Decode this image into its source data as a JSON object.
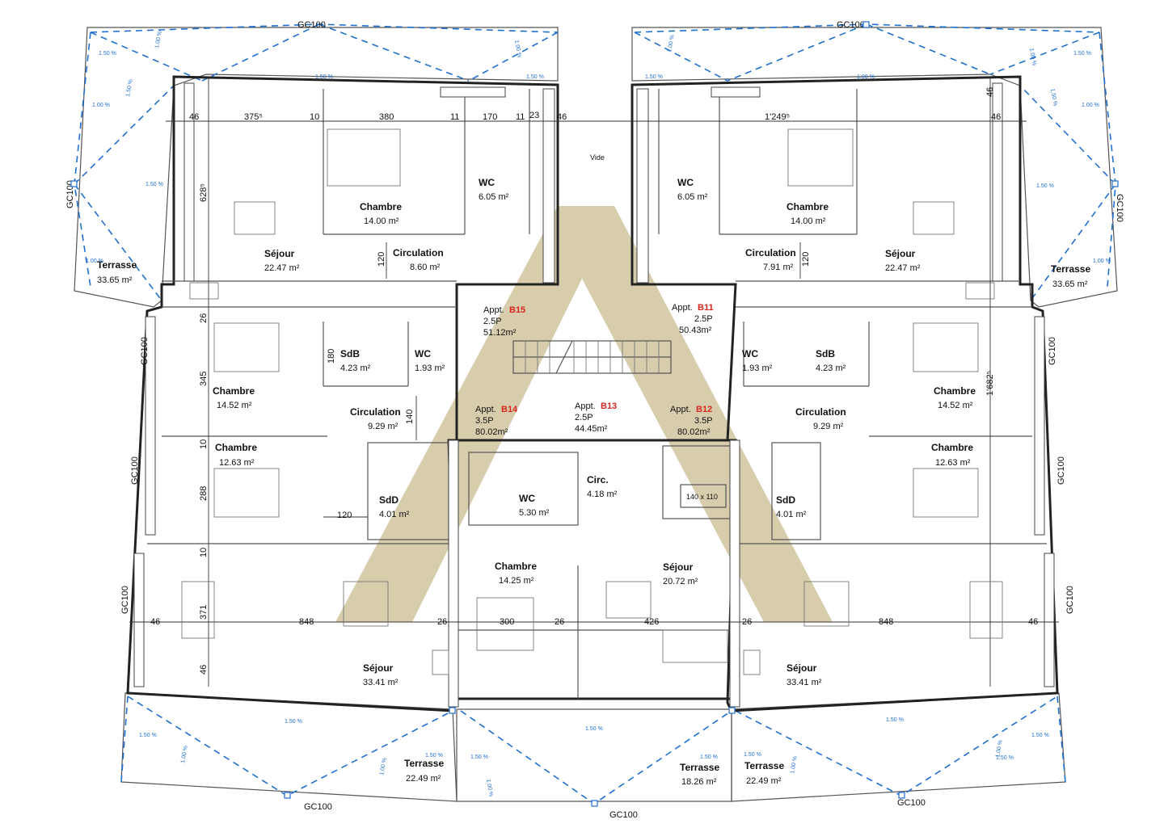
{
  "colors": {
    "wall": "#222222",
    "drain_lines": "#1f6fd1",
    "watermark": "#c9bb8f",
    "apartment_id": "#d7261e"
  },
  "rooms": [
    {
      "name": "Terrasse",
      "area": "33.65 m²"
    },
    {
      "name": "Terrasse",
      "area": "33.65 m²"
    },
    {
      "name": "Séjour",
      "area": "22.47 m²"
    },
    {
      "name": "Séjour",
      "area": "22.47 m²"
    },
    {
      "name": "Chambre",
      "area": "14.00 m²"
    },
    {
      "name": "Chambre",
      "area": "14.00 m²"
    },
    {
      "name": "WC",
      "area": "6.05 m²"
    },
    {
      "name": "WC",
      "area": "6.05 m²"
    },
    {
      "name": "Circulation",
      "area": "8.60 m²"
    },
    {
      "name": "Circulation",
      "area": "7.91 m²"
    },
    {
      "name": "Chambre",
      "area": "14.52 m²"
    },
    {
      "name": "Chambre",
      "area": "14.52 m²"
    },
    {
      "name": "SdB",
      "area": "4.23 m²"
    },
    {
      "name": "SdB",
      "area": "4.23 m²"
    },
    {
      "name": "WC",
      "area": "1.93 m²"
    },
    {
      "name": "WC",
      "area": "1.93 m²"
    },
    {
      "name": "Circulation",
      "area": "9.29 m²"
    },
    {
      "name": "Circulation",
      "area": "9.29 m²"
    },
    {
      "name": "Chambre",
      "area": "12.63 m²"
    },
    {
      "name": "Chambre",
      "area": "12.63 m²"
    },
    {
      "name": "SdD",
      "area": "4.01 m²"
    },
    {
      "name": "SdD",
      "area": "4.01 m²"
    },
    {
      "name": "WC",
      "area": "5.30 m²"
    },
    {
      "name": "Circ.",
      "area": "4.18 m²"
    },
    {
      "name": "Chambre",
      "area": "14.25 m²"
    },
    {
      "name": "Séjour",
      "area": "20.72 m²"
    },
    {
      "name": "Séjour",
      "area": "33.41 m²"
    },
    {
      "name": "Séjour",
      "area": "33.41 m²"
    },
    {
      "name": "Terrasse",
      "area": "22.49 m²"
    },
    {
      "name": "Terrasse",
      "area": "18.26 m²"
    },
    {
      "name": "Terrasse",
      "area": "22.49 m²"
    }
  ],
  "apartments": [
    {
      "prefix": "Appt.",
      "id": "B15",
      "type": "2.5P",
      "area": "51.12m²"
    },
    {
      "prefix": "Appt.",
      "id": "B11",
      "type": "2.5P",
      "area": "50.43m²"
    },
    {
      "prefix": "Appt.",
      "id": "B14",
      "type": "3.5P",
      "area": "80.02m²"
    },
    {
      "prefix": "Appt.",
      "id": "B13",
      "type": "2.5P",
      "area": "44.45m²"
    },
    {
      "prefix": "Appt.",
      "id": "B12",
      "type": "3.5P",
      "area": "80.02m²"
    }
  ],
  "labels": {
    "vide": "Vide",
    "elevator": "140 x 110"
  },
  "dimensions": [
    "46",
    "375⁵",
    "10",
    "380",
    "11",
    "170",
    "11",
    "23",
    "46",
    "1'249⁵",
    "46",
    "628⁵",
    "120",
    "120",
    "26",
    "180",
    "345",
    "140",
    "10",
    "288",
    "120",
    "10",
    "371",
    "46",
    "848",
    "26",
    "300",
    "26",
    "426",
    "26",
    "848",
    "46",
    "1'682⁵",
    "46",
    "46"
  ],
  "gutters": [
    "GC100",
    "GC100",
    "GC100",
    "GC100",
    "GC100",
    "GC100",
    "GC100",
    "GC100",
    "GC100",
    "GC100",
    "GC100",
    "GC100",
    "GC100"
  ],
  "slopes": [
    "1.50 %",
    "1.00 %",
    "1.00 %",
    "1.50 %",
    "1.00 %",
    "1.50 %",
    "1.50 %",
    "1.00 %",
    "1.50 %",
    "1.00 %",
    "1.00 %",
    "1.50 %",
    "1.00 %",
    "1.50 %",
    "1.00 %",
    "1.50 %",
    "1.50 %",
    "1.00 %",
    "1.50 %",
    "1.50 %",
    "1.00 %",
    "1.50 %",
    "1.50 %",
    "1.50 %",
    "1.00 %",
    "1.50 %",
    "1.50 %",
    "1.00 %",
    "1.00 %",
    "1.50 %",
    "1.50 %",
    "1.50 %",
    "1.00 %"
  ]
}
